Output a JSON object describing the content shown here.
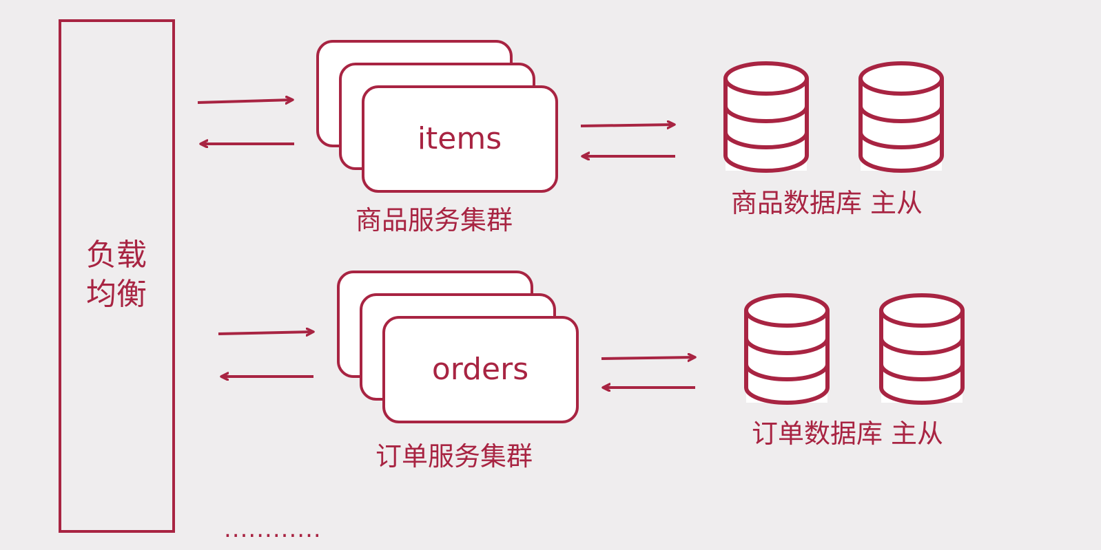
{
  "colors": {
    "stroke": "#a82442",
    "background": "#efedee",
    "box_fill": "#ffffff"
  },
  "load_balancer": {
    "line1": "负载",
    "line2": "均衡"
  },
  "clusters": [
    {
      "service_label": "items",
      "caption": "商品服务集群",
      "database_caption": "商品数据库 主从",
      "database_icons": [
        "database-icon",
        "database-icon"
      ]
    },
    {
      "service_label": "orders",
      "caption": "订单服务集群",
      "database_caption": "订单数据库 主从",
      "database_icons": [
        "database-icon",
        "database-icon"
      ]
    }
  ],
  "ellipsis": "............"
}
